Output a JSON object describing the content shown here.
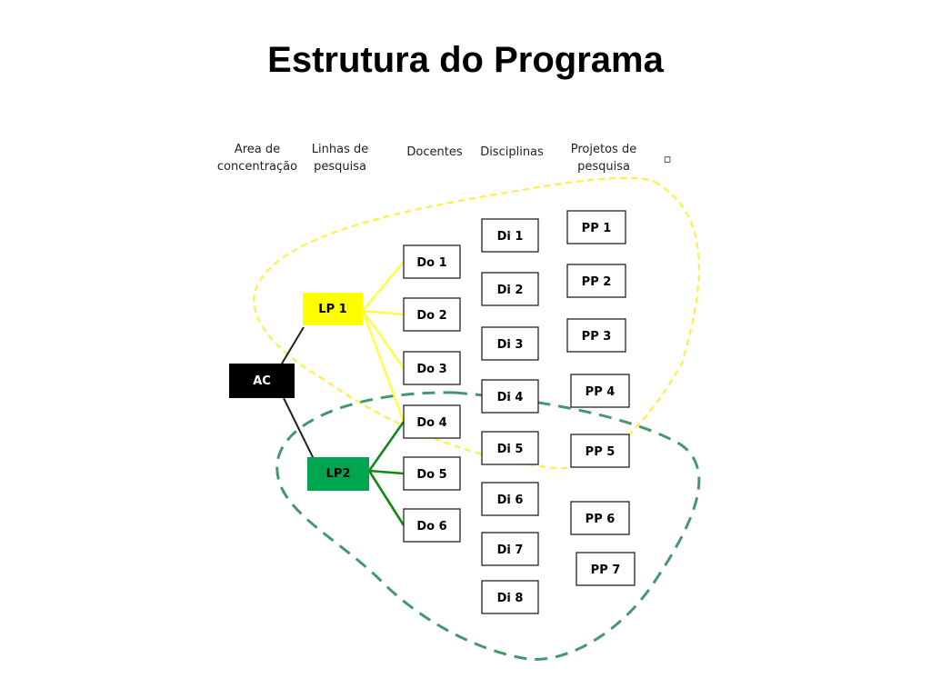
{
  "title": "Estrutura do Programa",
  "headers": {
    "area": "Area de\nconcentração",
    "linhas": "Linhas de\npesquisa",
    "docentes": "Docentes",
    "disciplinas": "Disciplinas",
    "projetos": "Projetos de\npesquisa",
    "extra": "▫"
  },
  "nodes": {
    "ac": "AC",
    "lp1": "LP 1",
    "lp2": "LP2",
    "docentes": [
      "Do 1",
      "Do 2",
      "Do 3",
      "Do 4",
      "Do 5",
      "Do  6"
    ],
    "disciplinas": [
      "Di 1",
      "Di 2",
      "Di 3",
      "Di 4",
      "Di 5",
      "Di 6",
      "Di 7",
      "Di 8"
    ],
    "projetos": [
      "PP 1",
      "PP 2",
      "PP 3",
      "PP 4",
      "PP 5",
      "PP 6",
      "PP 7"
    ]
  },
  "colors": {
    "lp1_fill": "#ffff00",
    "lp2_fill": "#00a550",
    "ac_fill": "#000000",
    "yellow_line": "#ffff33",
    "green_line": "#118811",
    "yellow_dash": "#ffee44",
    "green_dash": "#44996a"
  }
}
